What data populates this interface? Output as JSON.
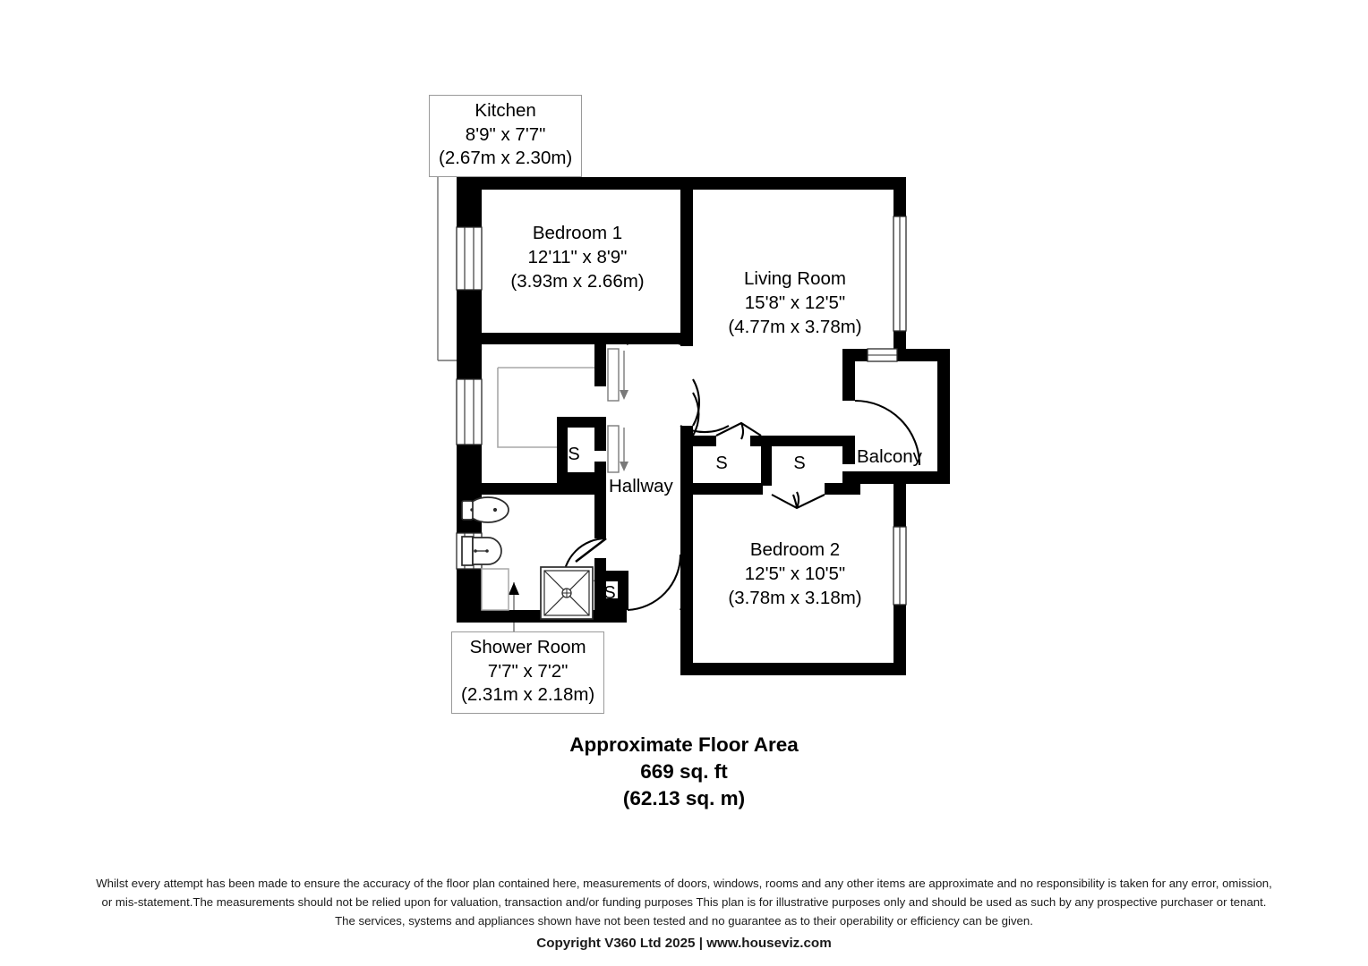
{
  "document": {
    "type": "floor-plan",
    "title": "Approximate Floor Area"
  },
  "rooms": [
    {
      "id": "kitchen",
      "name": "Kitchen",
      "dimensions_imperial": "8'9\" x 7'7\"",
      "dimensions_metric": "(2.67m x 2.30m)",
      "label_style": "callout"
    },
    {
      "id": "bedroom-1",
      "name": "Bedroom 1",
      "dimensions_imperial": "12'11\" x 8'9\"",
      "dimensions_metric": "(3.93m x 2.66m)",
      "label_style": "inline"
    },
    {
      "id": "living-room",
      "name": "Living Room",
      "dimensions_imperial": "15'8\" x 12'5\"",
      "dimensions_metric": "(4.77m x 3.78m)",
      "label_style": "inline"
    },
    {
      "id": "bedroom-2",
      "name": "Bedroom 2",
      "dimensions_imperial": "12'5\" x 10'5\"",
      "dimensions_metric": "(3.78m x 3.18m)",
      "label_style": "inline"
    },
    {
      "id": "shower-room",
      "name": "Shower Room",
      "dimensions_imperial": "7'7\" x 7'2\"",
      "dimensions_metric": "(2.31m x 2.18m)",
      "label_style": "callout"
    },
    {
      "id": "hallway",
      "name": "Hallway",
      "dimensions_imperial": "",
      "dimensions_metric": "",
      "label_style": "plain"
    },
    {
      "id": "balcony",
      "name": "Balcony",
      "dimensions_imperial": "",
      "dimensions_metric": "",
      "label_style": "plain"
    }
  ],
  "storage_cupboards": [
    {
      "id": "storage-kitchen",
      "label": "S"
    },
    {
      "id": "storage-living-left",
      "label": "S"
    },
    {
      "id": "storage-living-right",
      "label": "S"
    },
    {
      "id": "storage-shower",
      "label": "S"
    }
  ],
  "floor_area": {
    "title": "Approximate Floor Area",
    "sq_ft": "669 sq. ft",
    "sq_m": "(62.13 sq. m)"
  },
  "disclaimer": {
    "line1": "Whilst every attempt has been made to ensure the accuracy of the floor plan contained here, measurements of doors, windows, rooms and any other items are approximate and no responsibility is taken for any error, omission,",
    "line2": "or mis-statement.The measurements should not be relied upon for valuation, transaction and/or funding purposes This plan is for illustrative purposes only and should be used as such by any prospective purchaser or tenant.",
    "line3": "The services, systems and appliances shown have not been tested and no guarantee as to their operability or efficiency can be given.",
    "copyright": "Copyright V360 Ltd 2025 | www.houseviz.com"
  },
  "colors": {
    "wall": "#000000",
    "background": "#ffffff",
    "fixture_outline": "#3a3a3a",
    "callout_border": "#9a9a9a",
    "leader_line": "#6e6e6e"
  }
}
